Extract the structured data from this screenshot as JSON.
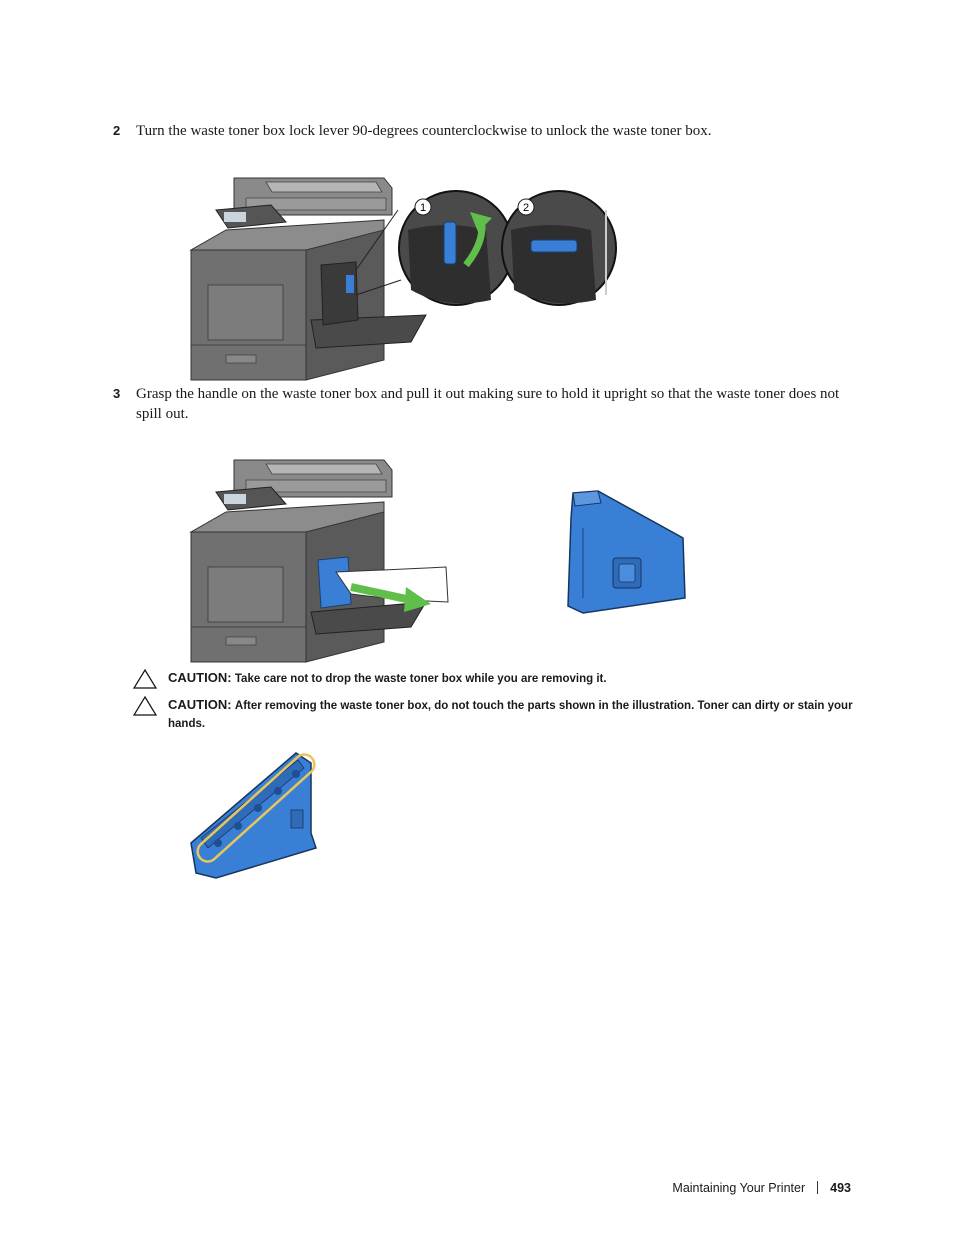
{
  "steps": [
    {
      "number": "2",
      "text": "Turn the waste toner box lock lever 90-degrees counterclockwise to unlock the waste toner box."
    },
    {
      "number": "3",
      "text": "Grasp the handle on the waste toner box and pull it out making sure to hold it upright so that the waste toner does not spill out."
    }
  ],
  "figure1": {
    "callouts": [
      "1",
      "2"
    ]
  },
  "cautions": [
    {
      "label": "CAUTION:",
      "text": "Take care not to drop the waste toner box while you are removing it."
    },
    {
      "label": "CAUTION:",
      "text": "After removing the waste toner box, do not touch the parts shown in the illustration. Toner can dirty or stain your hands."
    }
  ],
  "footer": {
    "section": "Maintaining Your Printer",
    "page": "493"
  },
  "colors": {
    "part_blue": "#3a7fd6",
    "arrow_green": "#5fbf4a",
    "printer_gray": "#6e6e6e",
    "highlight_yellow": "#e8c65a"
  }
}
